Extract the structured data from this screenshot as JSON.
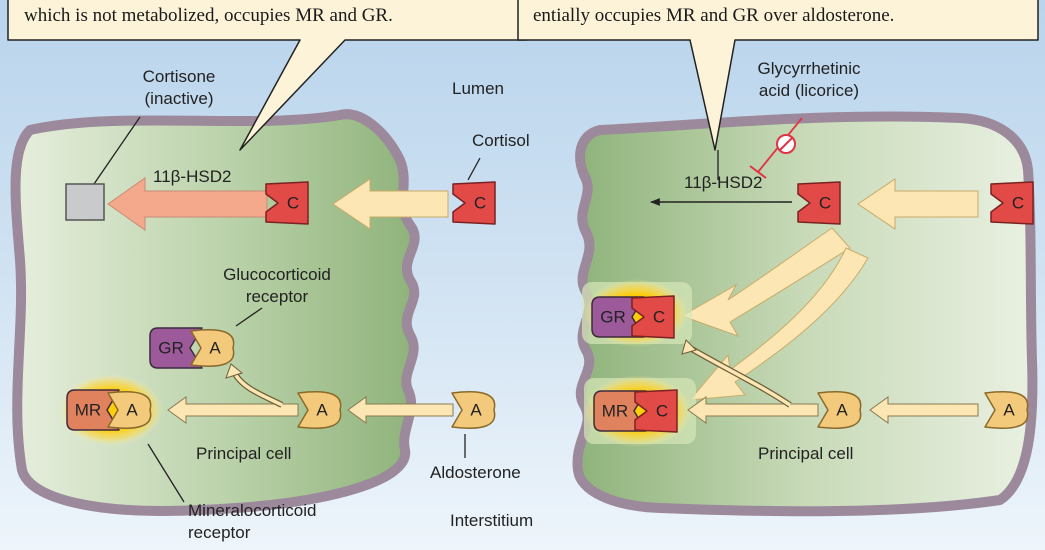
{
  "callouts": {
    "left_partial": "which is not metabolized, occupies MR and GR.",
    "right_partial": "entially occupies MR and GR over aldosterone."
  },
  "labels": {
    "lumen": "Lumen",
    "interstitium": "Interstitium",
    "cortisone_line1": "Cortisone",
    "cortisone_line2": "(inactive)",
    "cortisol": "Cortisol",
    "enzyme_left": "11β-HSD2",
    "enzyme_right": "11β-HSD2",
    "gr_line1": "Glucocorticoid",
    "gr_line2": "receptor",
    "mr_line1": "Mineralocorticoid",
    "mr_line2": "receptor",
    "principal_left": "Principal cell",
    "principal_right": "Principal cell",
    "aldosterone": "Aldosterone",
    "licorice_line1": "Glycyrrhetinic",
    "licorice_line2": "acid (licorice)"
  },
  "molecules": {
    "cortisol": "C",
    "aldosterone": "A",
    "mr": "MR",
    "gr": "GR"
  },
  "colors": {
    "lumen": "#c6dcef",
    "cell_fill": "#a9c79a",
    "membrane": "#9c8a9c",
    "cortisol": "#e24a47",
    "aldosterone": "#f3c97c",
    "mr": "#e0825e",
    "gr": "#9c5a9a",
    "arrow": "#fbe6b4",
    "enzyme_arrow": "#f4a98d",
    "inhibitor": "#e03344",
    "glow": "#f6c400"
  }
}
